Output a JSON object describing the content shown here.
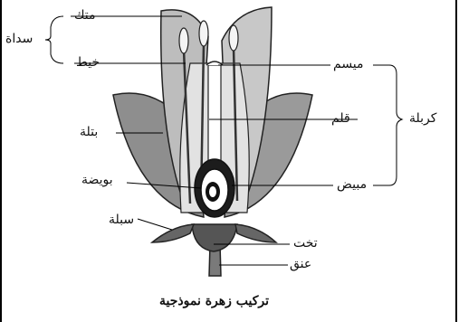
{
  "diagram": {
    "caption": "تركيب زهرة نموذجية",
    "labels": {
      "anther": "متك",
      "stamen": "سداة",
      "filament": "خيط",
      "petal": "بتلة",
      "ovule": "بويضة",
      "sepal": "سبلة",
      "stigma": "ميسم",
      "style": "قلم",
      "carpel": "كربلة",
      "ovary": "مبيض",
      "receptacle": "تخت",
      "stalk": "عنق"
    }
  }
}
